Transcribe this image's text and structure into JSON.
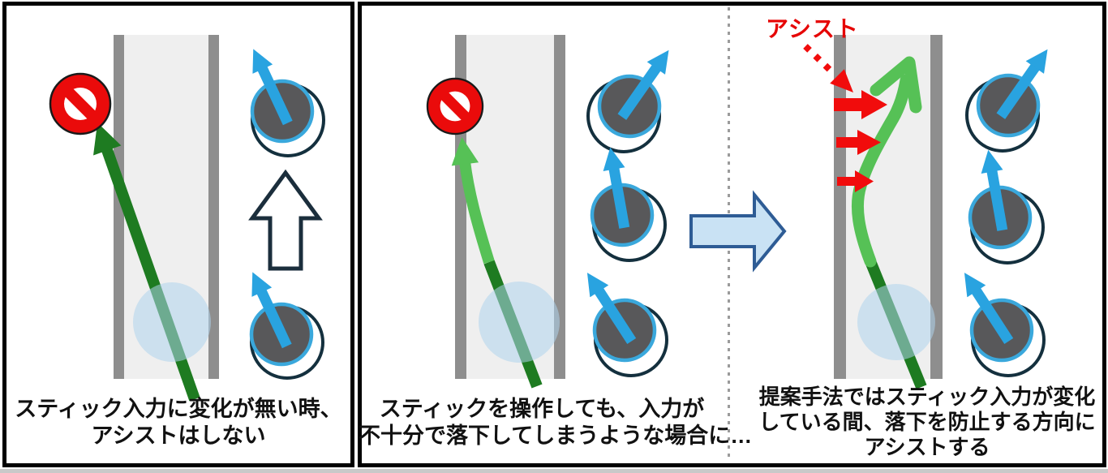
{
  "figure": {
    "type": "three-panel-explainer-diagram",
    "panels": [
      {
        "id": "no-assist",
        "caption_lines": [
          "スティック入力に変化が無い時、",
          "アシストはしない"
        ],
        "icons": [
          "prohibition-icon",
          "trajectory-arrow",
          "player-position-ellipse",
          "joystick-icon",
          "up-arrow-outline-icon",
          "joystick-icon"
        ]
      },
      {
        "id": "insufficient-input",
        "caption_lines": [
          "スティックを操作しても、入力が",
          "不十分で落下してしまうような場合に…"
        ],
        "icons": [
          "prohibition-icon",
          "trajectory-curve",
          "player-position-ellipse",
          "joystick-icon",
          "joystick-icon",
          "joystick-icon"
        ]
      },
      {
        "id": "proposed-method",
        "assist_label": "アシスト",
        "caption_lines": [
          "提案手法ではスティック入力が変化",
          "している間、落下を防止する方向に",
          "アシストする"
        ],
        "icons": [
          "assist-dotted-arrow-icon",
          "assist-force-arrows",
          "trajectory-curve",
          "player-position-ellipse",
          "joystick-icon",
          "joystick-icon",
          "joystick-icon"
        ]
      }
    ],
    "transition": {
      "icon": "transition-right-arrow-icon"
    },
    "colors": {
      "caption_color": "#111111",
      "assist_red": "#e60505",
      "arrow_red": "#f10c0c",
      "green_dark": "#1e7b21",
      "green_light": "#56c156",
      "stick_blue": "#29a3e0",
      "ring_navy": "#14303e",
      "knob_gray": "#58585a",
      "corridor_wall": "#8e8e8e",
      "corridor_fill": "#efefef",
      "position_ellipse": "#afd4ec",
      "transition_fill": "#c9e2f4",
      "transition_stroke": "#2e5c95",
      "panel_border": "#000000",
      "divider_gray": "#9b9b9b"
    }
  }
}
